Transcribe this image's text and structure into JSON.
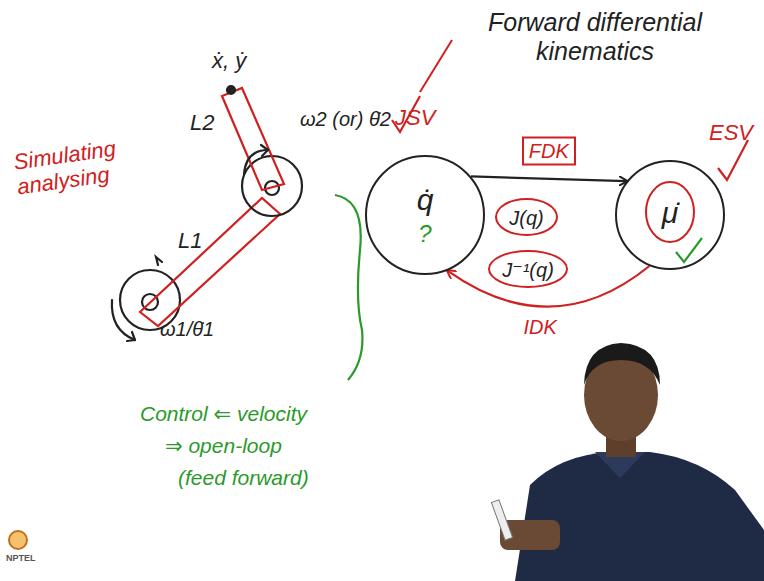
{
  "diagram": {
    "nodes": [
      {
        "text": [
          "JSV",
          "q̇",
          "?"
        ]
      },
      {
        "text": [
          "ESV",
          "μ̇"
        ]
      },
      {
        "text": [
          "J(q)"
        ]
      },
      {
        "text": [
          "J⁻¹(q)"
        ]
      }
    ],
    "edges": [
      {
        "from": 0,
        "to": 1,
        "label": "FDK",
        "arrow": "to"
      },
      {
        "from": 1,
        "to": 0,
        "label": "IDK",
        "arrow": "to"
      }
    ],
    "labels": [
      "ẋ, ẏ",
      "ω2 (or) θ̇2",
      "Simulating analysing",
      "L2",
      "L1",
      "ω1/θ̇1",
      "Forward differential kinematics",
      "Control ⇐ velocity",
      "⇒ open-loop",
      "(feed forward)",
      "NPTEL"
    ]
  }
}
